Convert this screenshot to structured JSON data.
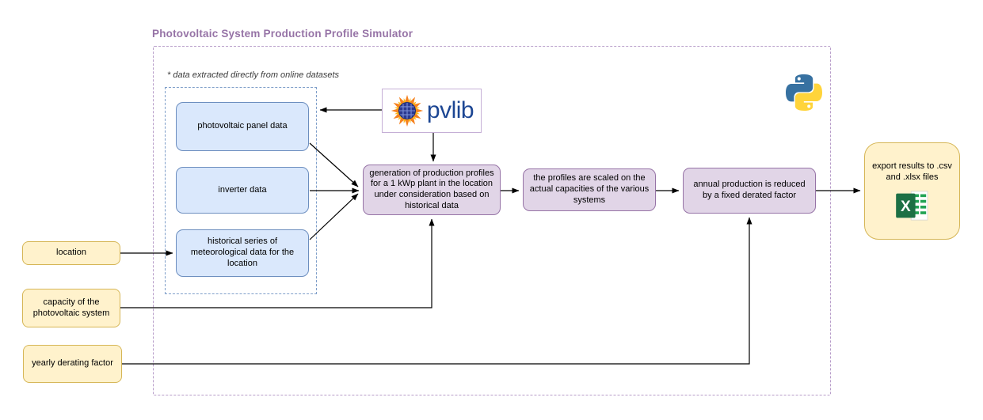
{
  "title": "Photovoltaic System Production Profile Simulator",
  "note": "* data extracted directly from online datasets",
  "colors": {
    "accent_purple": "#9673a6",
    "blue_fill": "#dae8fc",
    "blue_border": "#6c8ebf",
    "purple_fill": "#e1d5e7",
    "purple_border": "#9673a6",
    "yellow_fill": "#fff2cc",
    "yellow_border": "#d6b656",
    "pvlib_text_blue": "#1c4693"
  },
  "datasets": {
    "panel": {
      "label": "photovoltaic panel data"
    },
    "inverter": {
      "label": "inverter data"
    },
    "meteo": {
      "label": "historical series of meteorological data for the location"
    }
  },
  "process": {
    "generate": {
      "label": "generation of production profiles for a 1 kWp plant in the location under consideration based on historical data"
    },
    "scale": {
      "label": "the profiles are scaled on the actual capacities of the various systems"
    },
    "derate": {
      "label": "annual production is reduced by a fixed derated factor"
    }
  },
  "inputs": {
    "location": {
      "label": "location"
    },
    "capacity": {
      "label": "capacity of the photovoltaic system"
    },
    "derating": {
      "label": "yearly derating factor"
    }
  },
  "output": {
    "export": {
      "label": "export results to .csv and .xlsx files"
    }
  },
  "logos": {
    "pvlib": {
      "text": "pvlib",
      "icon": "sunflower-solar-panel-icon"
    },
    "python": {
      "icon": "python-icon"
    },
    "excel": {
      "icon": "excel-icon"
    }
  }
}
